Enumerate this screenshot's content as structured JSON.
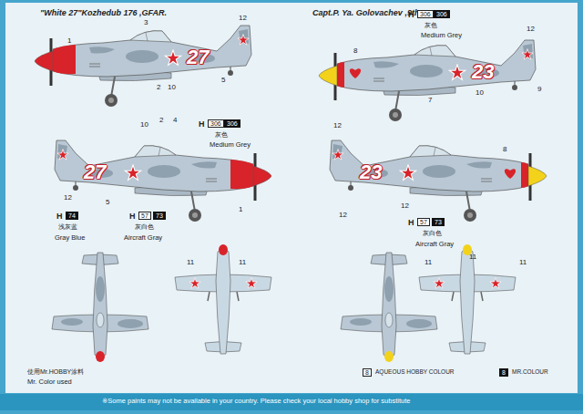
{
  "diagram": {
    "labels": [
      "\"White 27\"Kozhedub 176 ,GFAR.",
      "Capt.P. Ya. Golovachev ,9th GFAR",
      "1",
      "3",
      "12",
      "2",
      "10",
      "5",
      "27",
      "10",
      "2",
      "4",
      "12",
      "5",
      "1",
      "27",
      "H",
      "306",
      "306",
      "灰色",
      "Medium Grey",
      "H",
      "74",
      "浅灰蓝",
      "Gray Blue",
      "H",
      "57",
      "73",
      "灰白色",
      "Aircraft Gray",
      "11",
      "11",
      "使用Mr.HOBBY涂料",
      "Mr. Color used",
      "H",
      "306",
      "306",
      "灰色",
      "Medium Grey",
      "12",
      "8",
      "7",
      "10",
      "9",
      "23",
      "12",
      "8",
      "12",
      "12",
      "23",
      "H",
      "57",
      "73",
      "灰白色",
      "Aircraft Gray",
      "11",
      "11",
      "11",
      "8",
      "AQUEOUS HOBBY COLOUR",
      "8",
      "MR.COLOUR",
      "※Some paints may not be available in your country. Please check your local hobby shop for substitute"
    ]
  }
}
